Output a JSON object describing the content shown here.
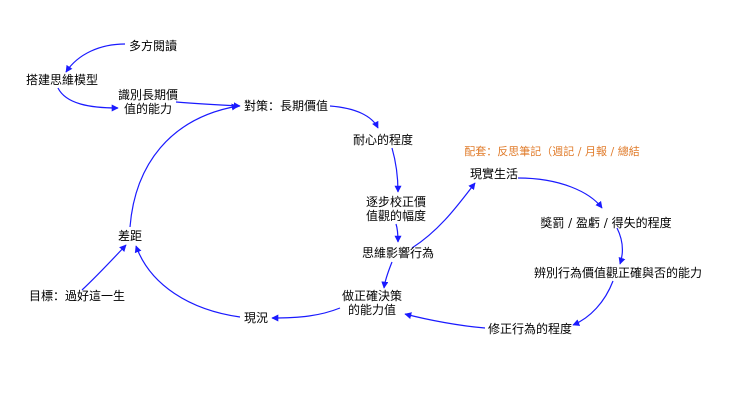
{
  "colors": {
    "link": "#1a1aff",
    "text": "#000000",
    "accent": "#e07b2a"
  },
  "nodes": {
    "multi_reading": "多方閱讀",
    "build_model": "搭建思維模型",
    "identify_value": "識別長期價\n值的能力",
    "strategy": "對策：長期價值",
    "patience": "耐心的程度",
    "calibrate": "逐步校正價\n值觀的幅度",
    "thinking_affects": "思維影響行為",
    "real_life": "現實生活",
    "review_tools": "配套：反思筆記（週記 / 月報 / 總結",
    "reward": "獎罰 / 盈虧 / 得失的程度",
    "discern": "辨別行為價值觀正確與否的能力",
    "correct_behavior": "修正行為的程度",
    "decision_ability": "做正確決策\n的能力值",
    "reality": "現況",
    "gap": "差距",
    "goal": "目標：過好這一生"
  }
}
